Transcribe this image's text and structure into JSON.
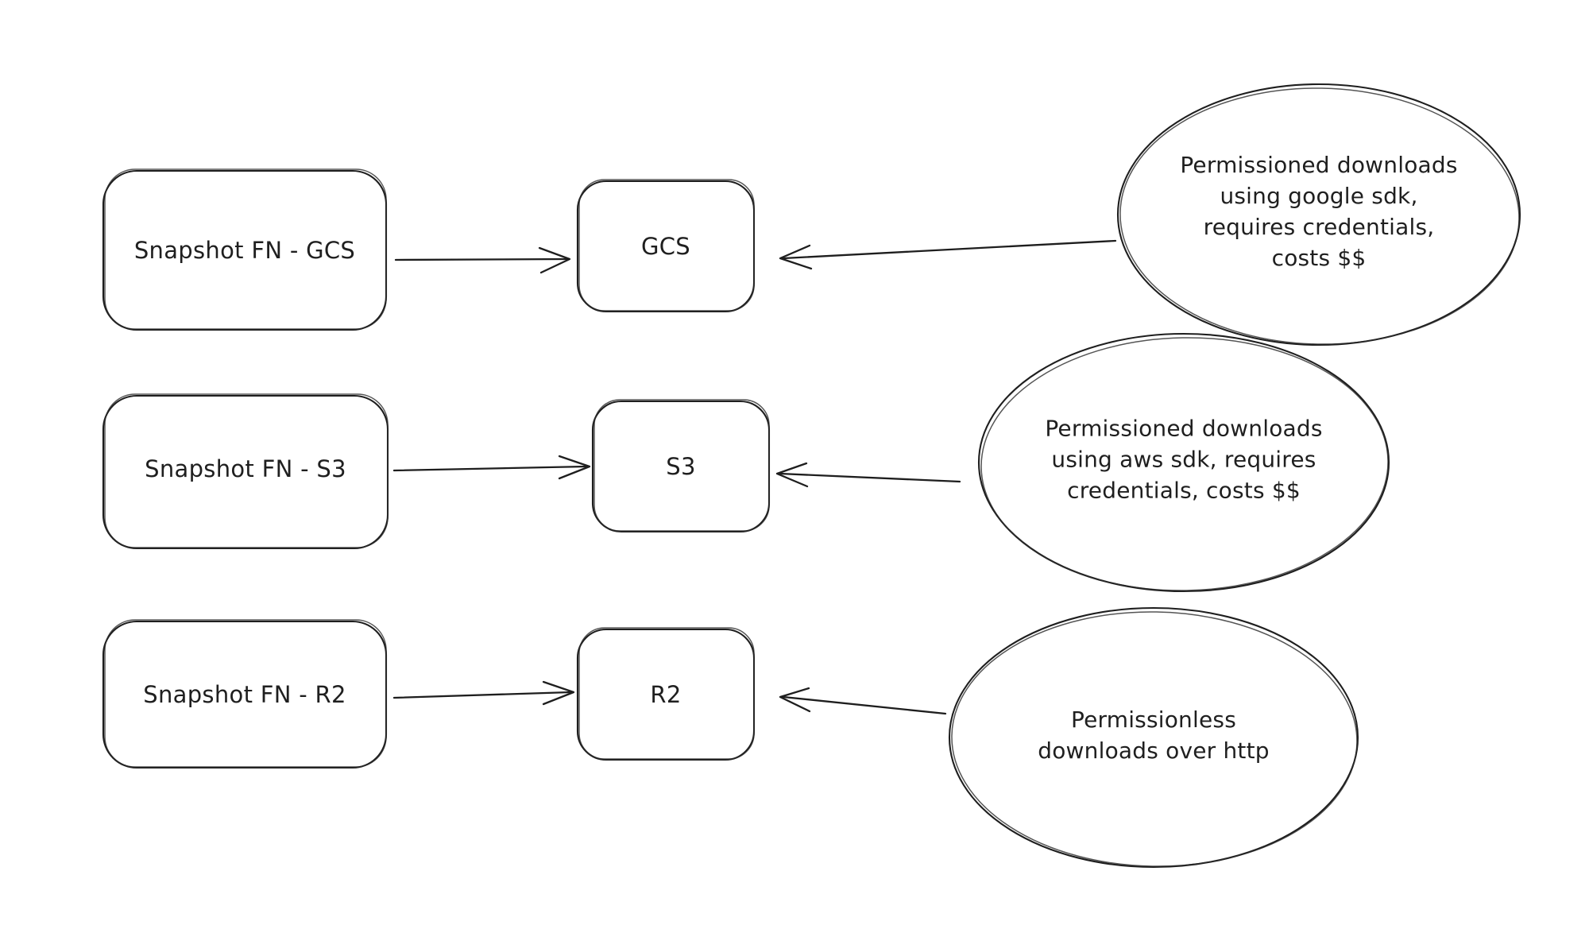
{
  "diagram": {
    "background_color": "#ffffff",
    "stroke_color": "#1e1e1e",
    "rows": [
      {
        "source_label": "Snapshot FN - GCS",
        "target_label": "GCS",
        "note": "Permissioned downloads\nusing google sdk,\nrequires credentials,\ncosts $$"
      },
      {
        "source_label": "Snapshot FN - S3",
        "target_label": "S3",
        "note": "Permissioned downloads\nusing aws sdk, requires\ncredentials, costs $$"
      },
      {
        "source_label": "Snapshot FN - R2",
        "target_label": "R2",
        "note": "Permissionless\ndownloads over http"
      }
    ]
  }
}
